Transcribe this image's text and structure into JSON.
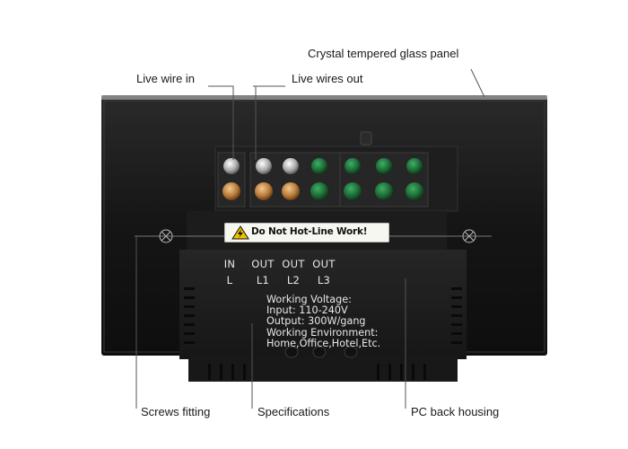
{
  "callouts": {
    "glass_panel": "Crystal tempered glass panel",
    "live_wire_in": "Live wire in",
    "live_wires_out": "Live wires out",
    "screws_fitting": "Screws fitting",
    "specifications": "Specifications",
    "pc_back_housing": "PC back housing"
  },
  "warning_label": "Do Not Hot-Line Work!",
  "terminals": [
    {
      "top": "IN",
      "bottom": "L"
    },
    {
      "top": "OUT",
      "bottom": "L1"
    },
    {
      "top": "OUT",
      "bottom": "L2"
    },
    {
      "top": "OUT",
      "bottom": "L3"
    }
  ],
  "specs": [
    "Working Voltage:",
    "Input: 110-240V",
    "Output: 300W/gang",
    "Working Environment:",
    "Home,Office,Hotel,Etc."
  ],
  "colors": {
    "background": "#ffffff",
    "panel": "#161616",
    "housing": "#202020",
    "brass_screw": "#c48a4a",
    "green_screw": "#1f6b3a",
    "leader_line": "#555555"
  }
}
